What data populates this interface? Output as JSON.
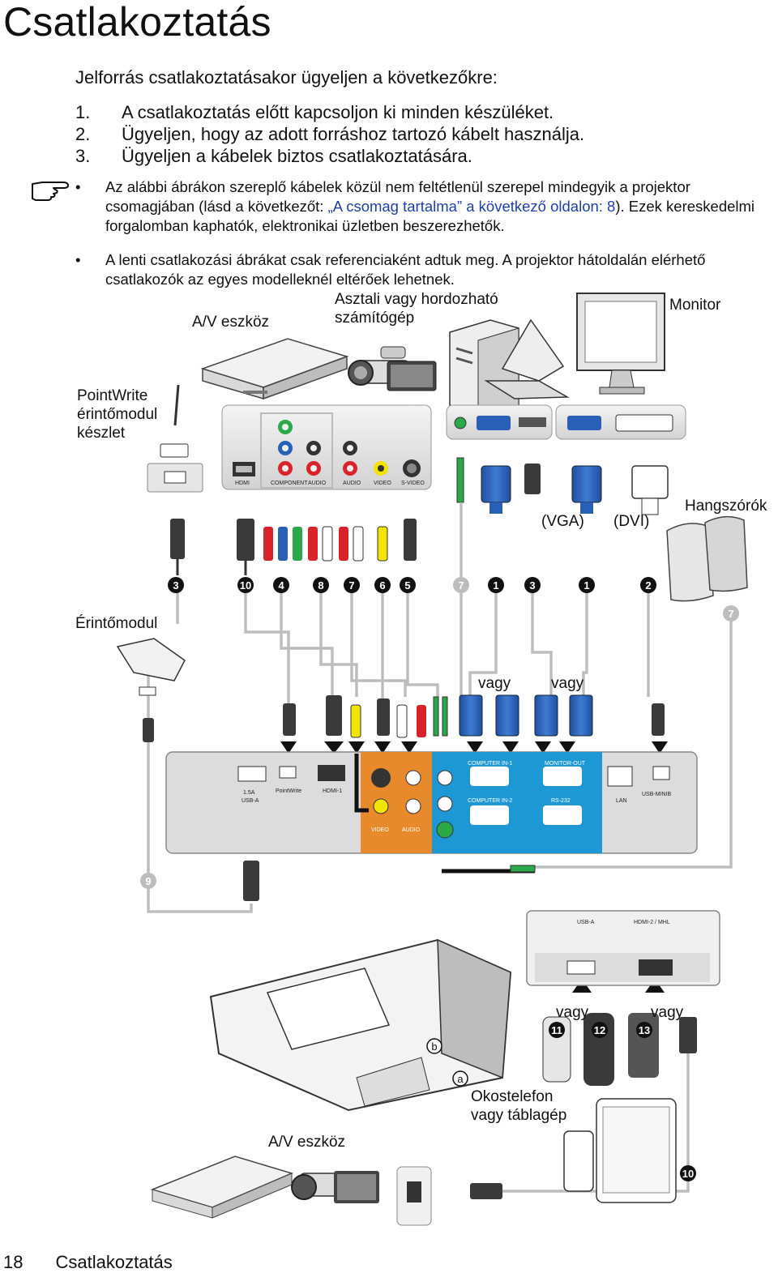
{
  "page": {
    "title": "Csatlakoztatás",
    "intro": "Jelforrás csatlakoztatásakor ügyeljen a következőkre:",
    "steps": [
      {
        "num": "1.",
        "text": "A csatlakoztatás előtt kapcsoljon ki minden készüléket."
      },
      {
        "num": "2.",
        "text": "Ügyeljen, hogy az adott forráshoz tartozó kábelt használja."
      },
      {
        "num": "3.",
        "text": "Ügyeljen a kábelek biztos csatlakoztatására."
      }
    ],
    "notes": [
      {
        "text_before": "Az alábbi ábrákon szereplő kábelek közül nem feltétlenül szerepel mindegyik a projektor csomagjában (lásd a következőt: ",
        "link": "„A csomag tartalma” a következő oldalon: 8",
        "text_after": "). Ezek kereskedelmi forgalomban kaphatók, elektronikai üzletben beszerezhetők."
      },
      {
        "text_before": "A lenti csatlakozási ábrákat csak referenciaként adtuk meg. A projektor hátoldalán elérhető csatlakozók az egyes modelleknél eltérőek lehetnek.",
        "link": "",
        "text_after": ""
      }
    ]
  },
  "diagram_labels": {
    "av_device_top": "A/V eszköz",
    "computer": "Asztali vagy hordozható\nszámítógép",
    "monitor": "Monitor",
    "pointwrite": "PointWrite\nérintőmodul\nkészlet",
    "speakers": "Hangszórók",
    "vga": "(VGA)",
    "dvi": "(DVI)",
    "touch_module": "Érintőmodul",
    "or1": "vagy",
    "or2": "vagy",
    "or3": "vagy",
    "or4": "vagy",
    "smartphone": "Okostelefon\nvagy táblagép",
    "av_device_bottom": "A/V eszköz"
  },
  "cable_numbers": [
    "3",
    "10",
    "4",
    "8",
    "7",
    "6",
    "5",
    "7",
    "1",
    "3",
    "1",
    "2"
  ],
  "extra_numbers": {
    "right7": "7",
    "left9": "9",
    "n11": "11",
    "n12": "12",
    "n13": "13",
    "n10": "10",
    "a": "a",
    "b": "b"
  },
  "port_labels": {
    "hdmi": "HDMI",
    "component": "COMPONENT",
    "audio1": "AUDIO",
    "audio2": "AUDIO",
    "video": "VIDEO",
    "svideo": "S-VIDEO",
    "usb_a": "USB-A",
    "usb_a_power": "1.5A",
    "pointwrite": "PointWrite",
    "hdmi1": "HDMI-1",
    "computer_in1": "COMPUTER IN-1",
    "computer_in2": "COMPUTER IN-2",
    "monitor_out": "MONITOR-OUT",
    "rs232": "RS-232",
    "lan": "LAN",
    "usb_minib": "USB-MINIB",
    "proj_video": "VIDEO",
    "proj_audio": "AUDIO",
    "usb_a_panel": "USB-A",
    "hdmi2_mhl": "HDMI-2 / MHL"
  },
  "footer": {
    "page_number": "18",
    "section": "Csatlakoztatás"
  },
  "colors": {
    "orange": "#e8892b",
    "blue": "#1d98d5",
    "yellow": "#f2e300",
    "red": "#d8232a",
    "green": "#2aa84a",
    "cableBlue": "#2a5fb8",
    "gray": "#c9c9c9"
  }
}
